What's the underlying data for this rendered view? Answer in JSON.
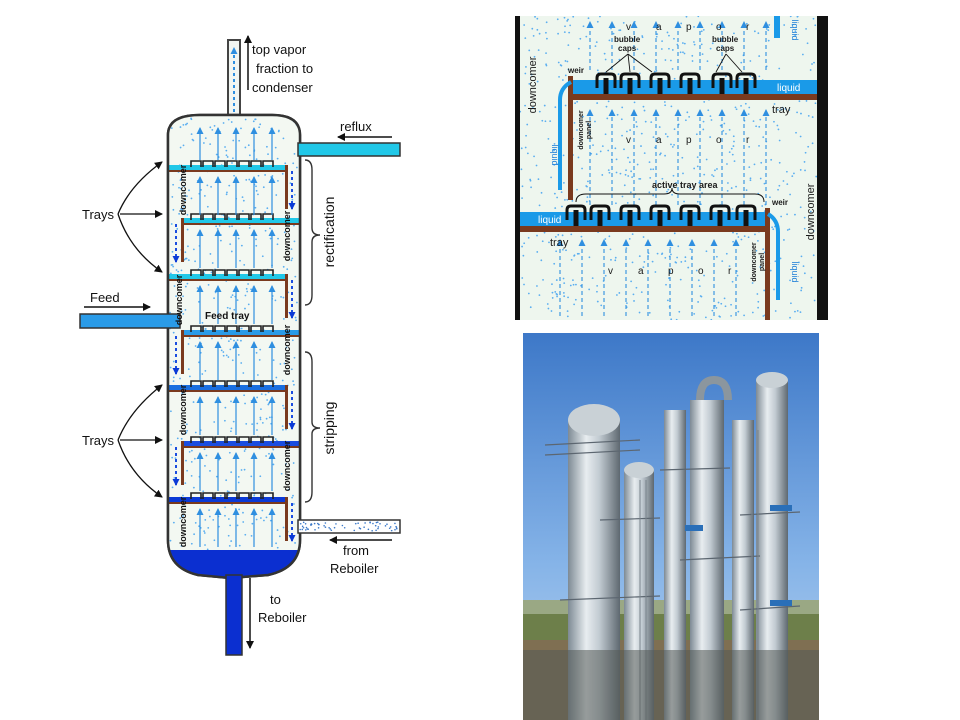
{
  "column_diagram": {
    "top_vapor": "top vapor",
    "fraction_to": "fraction to",
    "condenser": "condenser",
    "reflux": "reflux",
    "feed": "Feed",
    "feed_tray": "Feed tray",
    "trays_upper": "Trays",
    "trays_lower": "Trays",
    "rectification": "rectification",
    "stripping": "stripping",
    "downcomer": "downcomer",
    "from": "from",
    "reboiler_in": "Reboiler",
    "to": "to",
    "reboiler_out": "Reboiler"
  },
  "tray_detail": {
    "vapor_letters": [
      "v",
      "a",
      "p",
      "o",
      "r"
    ],
    "bubble_caps": "bubble",
    "caps": "caps",
    "weir": "weir",
    "liquid": "liquid",
    "tray": "tray",
    "downcomer": "downcomer",
    "downcomer_panel": "downcomer",
    "panel": "panel",
    "active_tray_area": "active tray area"
  },
  "photo": {
    "subject": "industrial distillation columns"
  },
  "colors": {
    "liquid_blue": "#1a9ae8",
    "deep_blue": "#0b3ad6",
    "tray_brown": "#7a3a1e",
    "vapor_bg": "#f3f8f2",
    "vapor_dot": "#5aaef0",
    "column_base": "#f6ead6"
  }
}
